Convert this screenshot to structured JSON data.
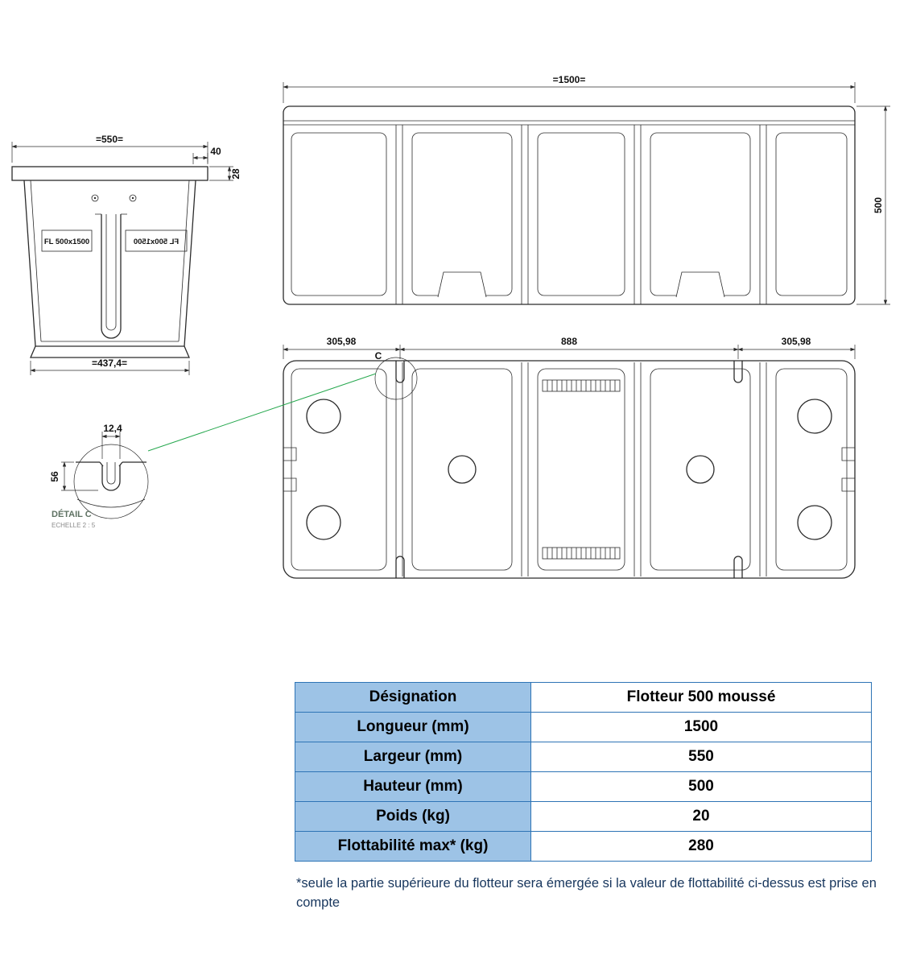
{
  "drawing": {
    "front_view": {
      "length_dim": "=1500=",
      "height_dim": "500"
    },
    "top_view": {
      "left_dim": "305,98",
      "center_dim": "888",
      "right_dim": "305,98",
      "detail_label": "C"
    },
    "side_view": {
      "width_dim": "=550=",
      "flange_width_dim": "40",
      "flange_height_dim": "28",
      "bottom_dim": "=437,4=",
      "plate_label": "FL 500x1500",
      "plate_label_mirrored": "FL 500x1500"
    },
    "detail_view": {
      "title": "DÉTAIL C",
      "scale_note": "ECHELLE 2 : 5",
      "slot_width_dim": "12,4",
      "slot_depth_dim": "56"
    }
  },
  "spec_table": {
    "rows": [
      {
        "label": "Désignation",
        "value": "Flotteur 500 moussé"
      },
      {
        "label": "Longueur (mm)",
        "value": "1500"
      },
      {
        "label": "Largeur (mm)",
        "value": "550"
      },
      {
        "label": "Hauteur (mm)",
        "value": "500"
      },
      {
        "label": "Poids (kg)",
        "value": "20"
      },
      {
        "label": "Flottabilité max* (kg)",
        "value": "280"
      }
    ]
  },
  "footnote": "*seule la partie supérieure du flotteur sera émergée si la valeur de flottabilité ci-dessus est prise en compte",
  "colors": {
    "table_header_bg": "#9dc3e6",
    "table_border": "#2e74b5",
    "footnote_text": "#17365d",
    "drawing_line": "#2b2b2b",
    "detail_leader_green": "#27a84f"
  }
}
